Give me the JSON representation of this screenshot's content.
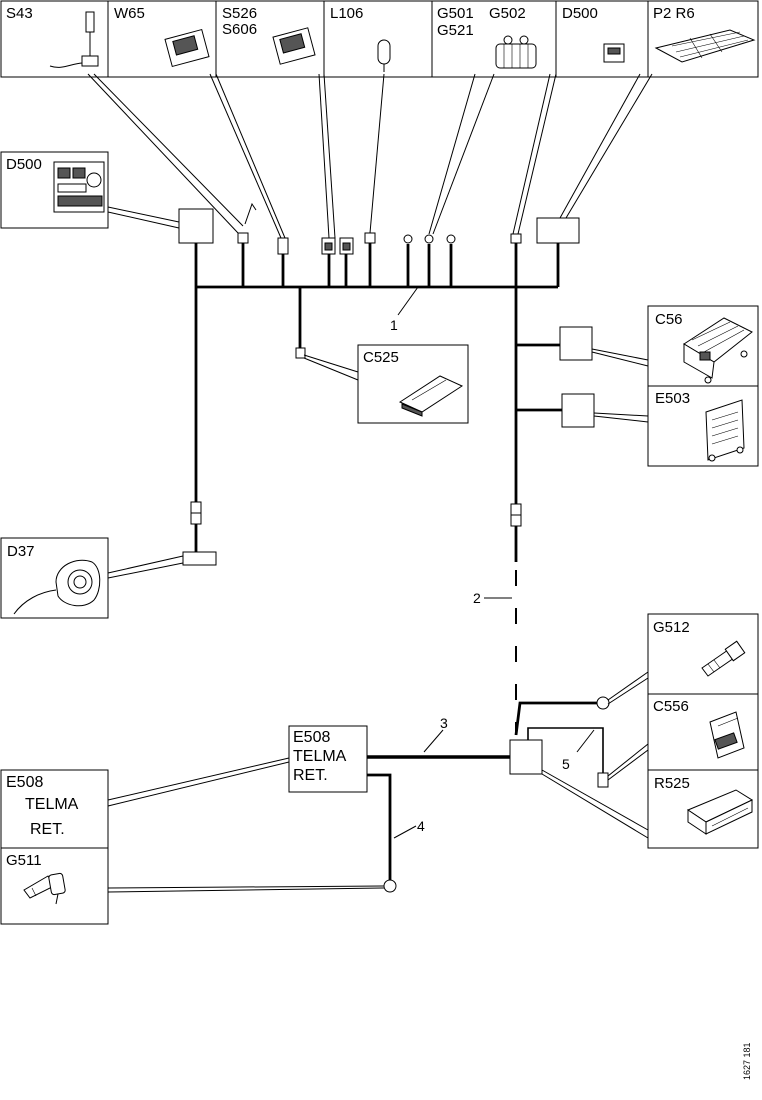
{
  "components": [
    {
      "key": "s43",
      "label": "S43",
      "icon": "lever-switch-icon"
    },
    {
      "key": "w65",
      "label": "W65",
      "icon": "rocker-switch-icon"
    },
    {
      "key": "s526",
      "label_lines": [
        "S526",
        "S606"
      ],
      "icon": "rocker-switch-icon"
    },
    {
      "key": "l106",
      "label": "L106",
      "icon": "bulb-icon"
    },
    {
      "key": "g501",
      "label_lines": [
        "G501",
        "G521"
      ],
      "icon": "ground-block-icon"
    },
    {
      "key": "g502",
      "label": "G502",
      "icon": "ground-block-icon"
    },
    {
      "key": "d500_top",
      "label": "D500",
      "icon": "relay-icon"
    },
    {
      "key": "p2",
      "label": "P2 R6",
      "icon": "fuse-box-icon"
    },
    {
      "key": "d500_left",
      "label": "D500",
      "icon": "control-panel-icon"
    },
    {
      "key": "c525",
      "label": "C525",
      "icon": "control-module-icon"
    },
    {
      "key": "c56",
      "label": "C56",
      "icon": "ecu-connector-icon"
    },
    {
      "key": "e503",
      "label": "E503",
      "icon": "electronic-unit-icon"
    },
    {
      "key": "d37",
      "label": "D37",
      "icon": "clock-spring-icon"
    },
    {
      "key": "g512",
      "label": "G512",
      "icon": "ground-bolt-icon"
    },
    {
      "key": "c556",
      "label": "C556",
      "icon": "connector-icon"
    },
    {
      "key": "r525",
      "label": "R525",
      "icon": "resistor-module-icon"
    },
    {
      "key": "e508_right",
      "label_lines": [
        "E508",
        "TELMA",
        "RET."
      ],
      "icon": "retarder-icon"
    },
    {
      "key": "g511",
      "label": "G511",
      "icon": "ground-bolt-icon"
    }
  ],
  "e508_inline": {
    "lines": [
      "E508",
      "TELMA",
      "RET."
    ]
  },
  "callouts": [
    "1",
    "2",
    "3",
    "4",
    "5"
  ],
  "reference_code": "1627 181"
}
